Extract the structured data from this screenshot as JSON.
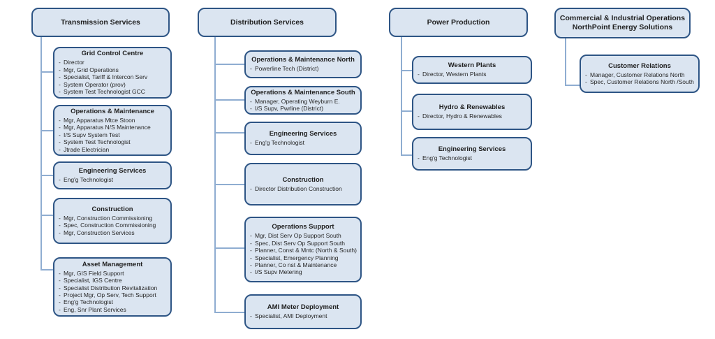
{
  "diagram": {
    "type": "org-chart",
    "bullet": "-",
    "colors": {
      "box_fill": "#dbe5f1",
      "box_border": "#2e5585",
      "connector_line": "#8fadd1",
      "text": "#262626"
    },
    "columns": [
      {
        "title": "Transmission Services",
        "subtitle": "",
        "children": [
          {
            "title": "Grid Control Centre",
            "items": [
              "Director",
              "Mgr, Grid Operations",
              "Specialist, Tariff & Intercon Serv",
              "System Operator (prov)",
              "System Test Technologist GCC"
            ]
          },
          {
            "title": "Operations & Maintenance",
            "items": [
              "Mgr, Apparatus Mtce Stoon",
              "Mgr, Apparatus N/S Maintenance",
              "I/S Supv System Test",
              "System Test Technologist",
              "Jtrade Electrician"
            ]
          },
          {
            "title": "Engineering Services",
            "items": [
              "Eng'g Technologist"
            ]
          },
          {
            "title": "Construction",
            "items": [
              "Mgr, Construction Commissioning",
              "Spec, Construction Commissioning",
              "Mgr, Construction Services"
            ]
          },
          {
            "title": "Asset Management",
            "items": [
              "Mgr, GIS Field Support",
              "Specialist, IGS Centre",
              "Specialist Distribution Revitalization",
              "Project Mgr, Op Serv, Tech Support",
              "Eng'g Technologist",
              "Eng, Snr Plant Services"
            ]
          }
        ]
      },
      {
        "title": "Distribution Services",
        "subtitle": "",
        "children": [
          {
            "title": "Operations & Maintenance North",
            "items": [
              "Powerline Tech (District)"
            ]
          },
          {
            "title": "Operations & Maintenance South",
            "items": [
              "Manager, Operating Weyburn E.",
              "I/S Supv, Pwrline (District)"
            ]
          },
          {
            "title": "Engineering Services",
            "items": [
              "Eng'g Technologist"
            ]
          },
          {
            "title": "Construction",
            "items": [
              "Director Distribution Construction"
            ]
          },
          {
            "title": "Operations Support",
            "items": [
              "Mgr, Dist Serv Op Support South",
              "Spec, Dist Serv Op Support South",
              "Planner, Const & Mntc (North & South)",
              "Specialist, Emergency Planning",
              "Planner, Co nst & Maintenance",
              "I/S Supv Metering"
            ]
          },
          {
            "title": "AMI Meter Deployment",
            "items": [
              "Specialist, AMI Deployment"
            ]
          }
        ]
      },
      {
        "title": "Power Production",
        "subtitle": "",
        "children": [
          {
            "title": "Western Plants",
            "items": [
              "Director, Western Plants"
            ]
          },
          {
            "title": "Hydro & Renewables",
            "items": [
              "Director, Hydro & Renewables"
            ]
          },
          {
            "title": "Engineering Services",
            "items": [
              "Eng'g Technologist"
            ]
          }
        ]
      },
      {
        "title": "Commercial & Industrial Operations",
        "subtitle": "NorthPoint Energy Solutions",
        "children": [
          {
            "title": "Customer Relations",
            "items": [
              "Manager, Customer Relations North",
              "Spec, Customer Relations North /South"
            ]
          }
        ]
      }
    ]
  }
}
